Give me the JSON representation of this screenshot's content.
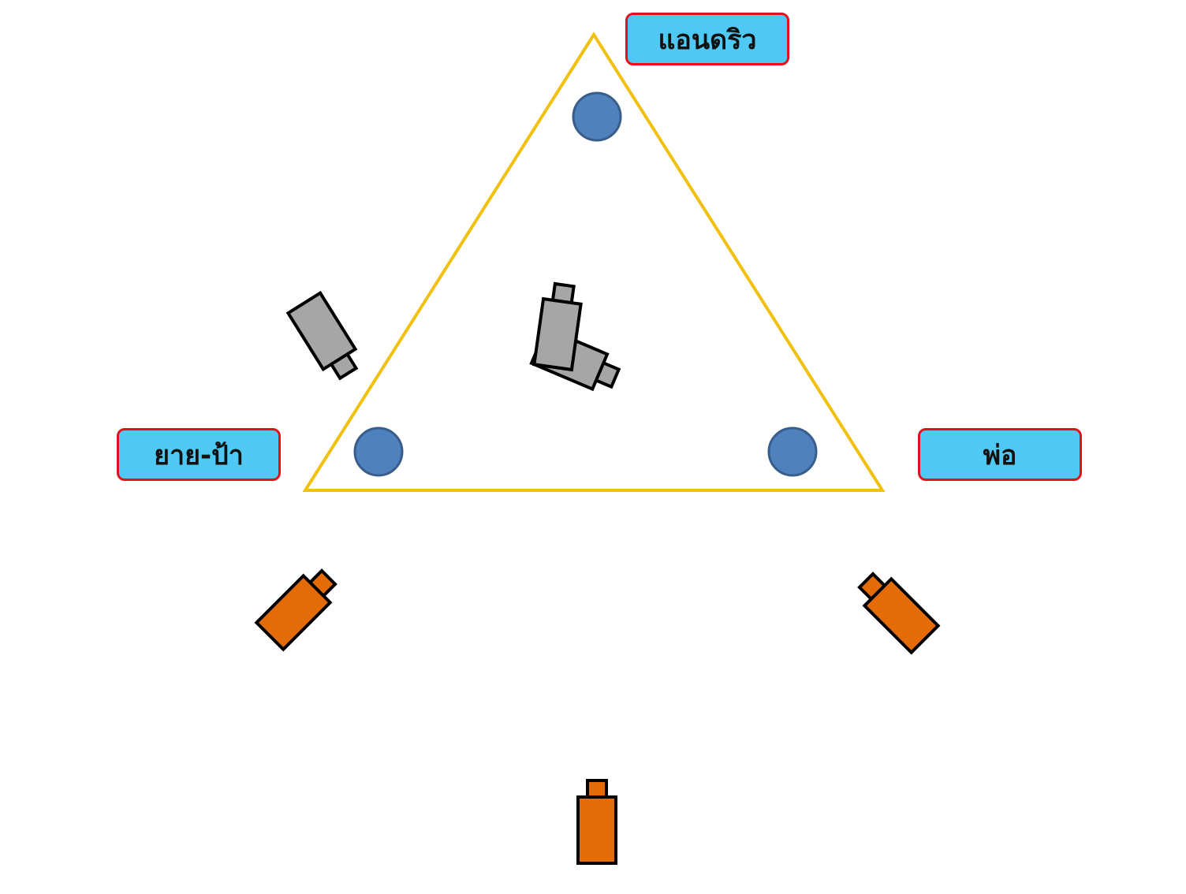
{
  "labels": {
    "top": "แอนดริว",
    "left": "ยาย-ป้า",
    "right": "พ่อ"
  },
  "colors": {
    "triangle": "#F2C00E",
    "person": "#4F81BD",
    "person_stroke": "#385D8A",
    "label_fill": "#4FC9F3",
    "label_border": "#E5101C",
    "camera_gray": "#A6A6A6",
    "camera_orange": "#E36C09"
  }
}
